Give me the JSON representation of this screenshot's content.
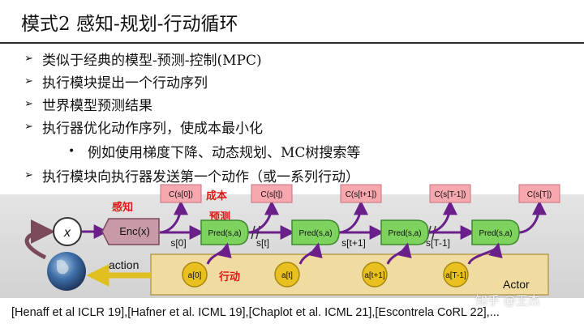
{
  "slide": {
    "title": "模式2 感知-规划-行动循环",
    "bullets": [
      {
        "marker": "➢",
        "text": "类似于经典的模型-预测-控制(MPC)"
      },
      {
        "marker": "➢",
        "text": "执行模块提出一个行动序列"
      },
      {
        "marker": "➢",
        "text": "世界模型预测结果"
      },
      {
        "marker": "➢",
        "text": "执行器优化动作序列，使成本最小化"
      },
      {
        "marker": "•",
        "text": "例如使用梯度下降、动态规划、MC树搜索等"
      },
      {
        "marker": "➢",
        "text": "执行模块向执行器发送第一个动作（或一系列行动）"
      }
    ],
    "citation": "[Henaff et al ICLR 19],[Hafner et al. ICML 19],[Chaplot et al. ICML 21],[Escontrela CoRL 22],...",
    "watermark": "知乎 @王杰"
  },
  "diagram": {
    "x_label": "x",
    "encoder_label": "Enc(x)",
    "action_label": "action",
    "actor_label": "Actor",
    "annotations": {
      "perception": "感知",
      "cost": "成本",
      "prediction": "预测",
      "action": "行动"
    },
    "predictors": [
      "Pred(s,a)",
      "Pred(s,a)",
      "Pred(s,a)",
      "Pred(s,a)"
    ],
    "costs": [
      "C(s[0])",
      "C(s[t])",
      "C(s[t+1])",
      "C(s[T-1])",
      "C(s[T])"
    ],
    "states": [
      "s[0]",
      "s[t]",
      "s[t+1]",
      "s[T-1]"
    ],
    "actions": [
      "a[0]",
      "a[t]",
      "a[t+1]",
      "a[T-1]"
    ],
    "colors": {
      "pred_fill": "#7ed35f",
      "pred_stroke": "#3f8a2a",
      "cost_fill": "#f7a7ae",
      "cost_stroke": "#c9707a",
      "actor_fill": "#f0dca0",
      "actor_stroke": "#b89d50",
      "action_fill": "#e8c020",
      "action_stroke": "#a8870a",
      "encoder_fill": "#c89aa8",
      "encoder_stroke": "#7a4a5a",
      "arrow": "#6a1f8a",
      "action_arrow": "#e0c020",
      "annotation": "#e01818"
    }
  }
}
